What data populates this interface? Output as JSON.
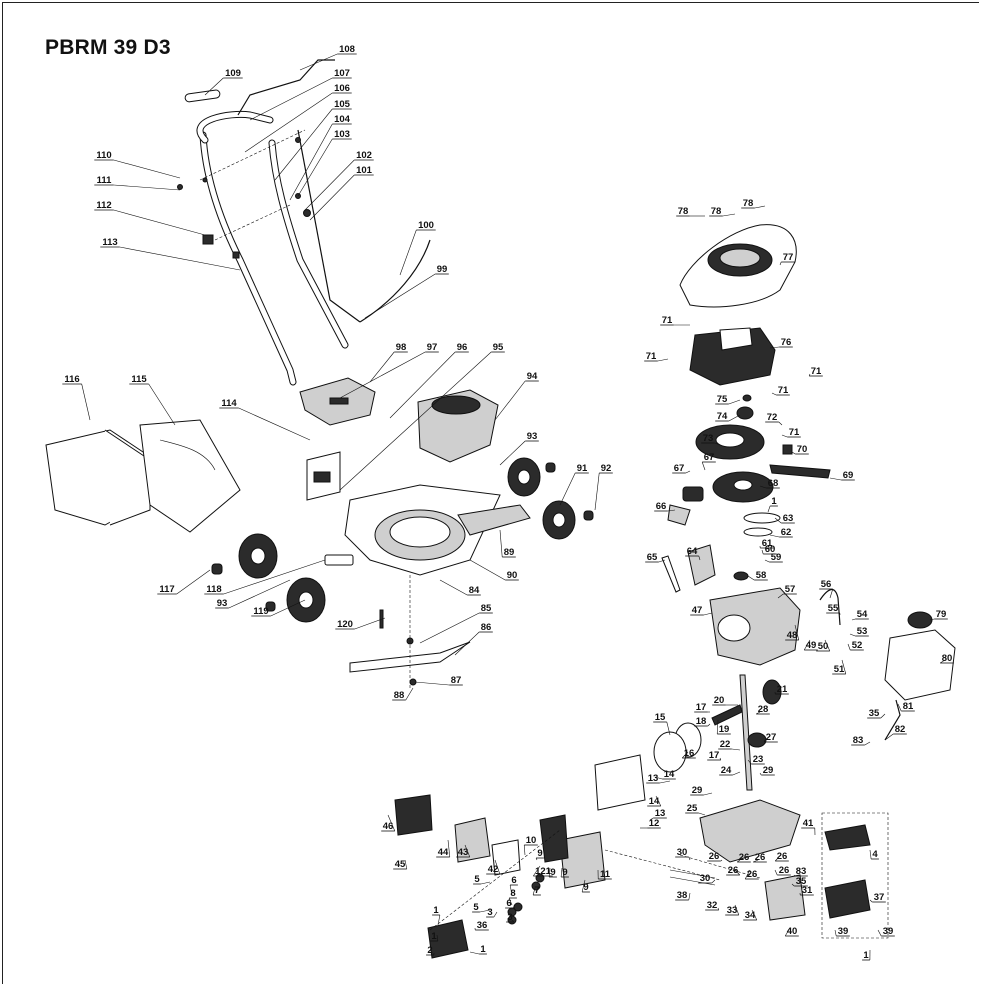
{
  "diagram": {
    "title": "PBRM 39 D3",
    "callouts": [
      "108",
      "109",
      "107",
      "106",
      "105",
      "104",
      "103",
      "102",
      "101",
      "110",
      "111",
      "112",
      "113",
      "100",
      "99",
      "98",
      "97",
      "96",
      "95",
      "94",
      "116",
      "115",
      "114",
      "93",
      "91",
      "92",
      "89",
      "90",
      "84",
      "117",
      "118",
      "93",
      "119",
      "120",
      "85",
      "86",
      "87",
      "88",
      "78",
      "78",
      "78",
      "77",
      "71",
      "76",
      "71",
      "71",
      "71",
      "75",
      "74",
      "72",
      "71",
      "70",
      "73",
      "67",
      "67",
      "69",
      "68",
      "66",
      "1",
      "63",
      "62",
      "61",
      "60",
      "59",
      "65",
      "64",
      "58",
      "57",
      "56",
      "55",
      "54",
      "47",
      "53",
      "48",
      "49",
      "50",
      "52",
      "51",
      "79",
      "80",
      "81",
      "35",
      "82",
      "83",
      "17",
      "18",
      "20",
      "21",
      "28",
      "19",
      "15",
      "16",
      "17",
      "27",
      "22",
      "23",
      "24",
      "29",
      "13",
      "14",
      "14",
      "13",
      "12",
      "29",
      "25",
      "46",
      "45",
      "44",
      "43",
      "42",
      "10",
      "9",
      "121",
      "9",
      "9",
      "9",
      "11",
      "26",
      "26",
      "26",
      "26",
      "26",
      "26",
      "26",
      "30",
      "30",
      "38",
      "41",
      "4",
      "5",
      "6",
      "8",
      "7",
      "6",
      "3",
      "5",
      "3",
      "36",
      "83",
      "35",
      "31",
      "32",
      "33",
      "34",
      "40",
      "37",
      "39",
      "39",
      "1",
      "1",
      "1",
      "2",
      "1"
    ]
  }
}
